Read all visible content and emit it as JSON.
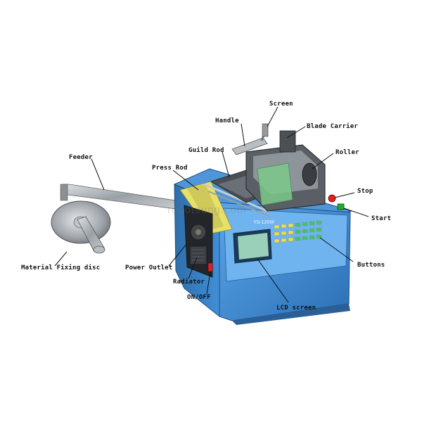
{
  "colors": {
    "machine_blue": "#3f8fd8",
    "machine_blue_dark": "#2c6fb4",
    "panel_blue": "#5aa6ea",
    "lcd_green": "#9ad0b8",
    "button_yellow": "#e8e04a",
    "button_green": "#3fc46a",
    "stop_red": "#d22",
    "start_green": "#2a3"
  },
  "labels": {
    "screen": "Screen",
    "handle": "Handle",
    "blade_carrier": "Blade Carrier",
    "guild_rod": "Guild Rod",
    "roller": "Roller",
    "feeder": "Feeder",
    "press_rod": "Press Rod",
    "stop": "Stop",
    "start": "Start",
    "material_fixing_disc": "Material Fixing disc",
    "power_outlet": "Power Outlet",
    "buttons": "Buttons",
    "radiator": "Radiator",
    "on_off": "ON/OFF",
    "lcd_screen": "LCD screen"
  },
  "watermark": "robotsung.com",
  "model_text": "YS-120W"
}
